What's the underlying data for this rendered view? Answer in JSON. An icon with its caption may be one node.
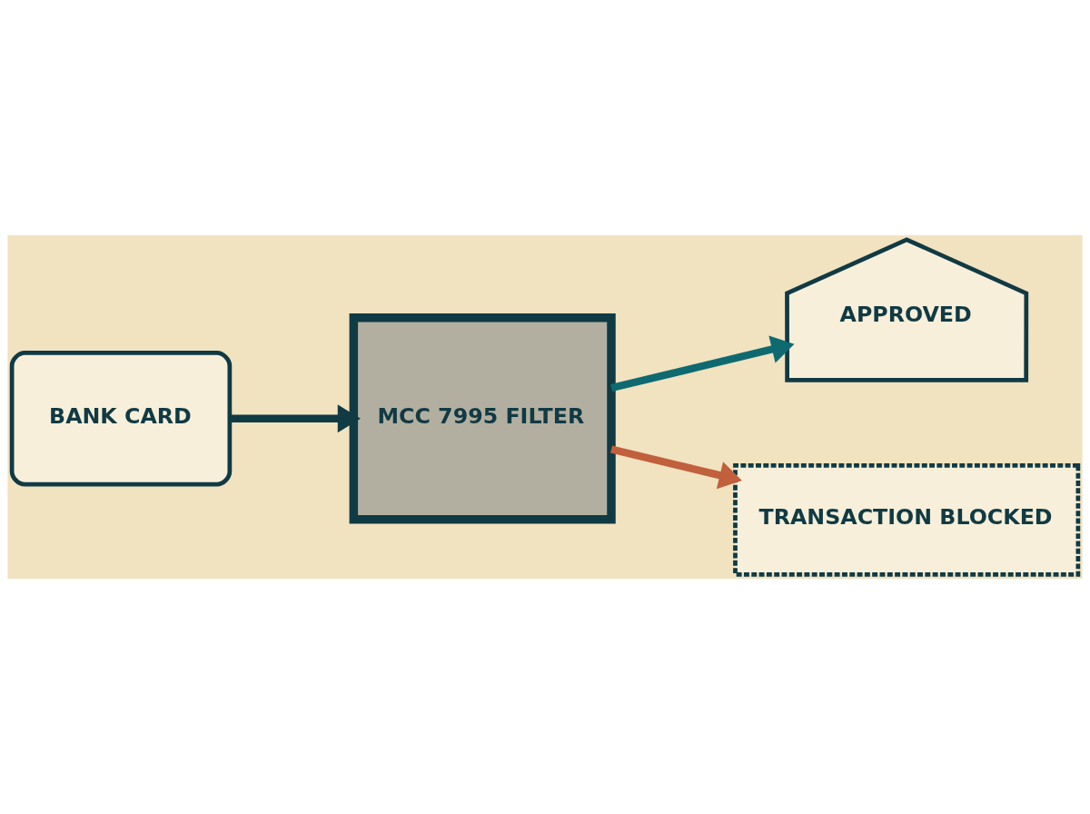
{
  "diagram": {
    "nodes": [
      {
        "text": [
          "BANK CARD"
        ]
      },
      {
        "text": [
          "MCC 7995 FILTER"
        ]
      },
      {
        "text": [
          "APPROVED"
        ]
      },
      {
        "text": [
          "TRANSACTION BLOCKED"
        ]
      }
    ],
    "edges": [
      {
        "from": 0,
        "to": 1,
        "arrow": "to"
      },
      {
        "from": 1,
        "to": 2,
        "arrow": "to",
        "color": "#0e6a70"
      },
      {
        "from": 1,
        "to": 3,
        "arrow": "to",
        "color": "#c0603c"
      }
    ]
  }
}
